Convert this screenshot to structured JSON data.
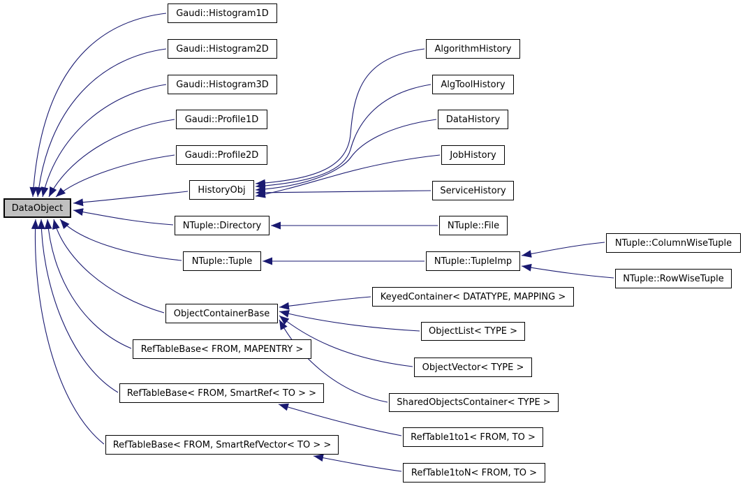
{
  "diagram": {
    "type": "class-inheritance-graph",
    "root_id": "dataobject",
    "background": "#ffffff",
    "edge_color": "#191970",
    "box_border_color": "#000000",
    "box_fill": "#ffffff",
    "root_fill": "#c0c0c0",
    "text_color": "#000000",
    "nodes": [
      {
        "id": "dataobject",
        "label": "DataObject"
      },
      {
        "id": "histogram1d",
        "label": "Gaudi::Histogram1D"
      },
      {
        "id": "histogram2d",
        "label": "Gaudi::Histogram2D"
      },
      {
        "id": "histogram3d",
        "label": "Gaudi::Histogram3D"
      },
      {
        "id": "profile1d",
        "label": "Gaudi::Profile1D"
      },
      {
        "id": "profile2d",
        "label": "Gaudi::Profile2D"
      },
      {
        "id": "historyobj",
        "label": "HistoryObj"
      },
      {
        "id": "ntuple_directory",
        "label": "NTuple::Directory"
      },
      {
        "id": "ntuple_tuple",
        "label": "NTuple::Tuple"
      },
      {
        "id": "objectcontainerbase",
        "label": "ObjectContainerBase"
      },
      {
        "id": "reftablebase_mapentry",
        "label": "RefTableBase< FROM, MAPENTRY >"
      },
      {
        "id": "reftablebase_smartref",
        "label": "RefTableBase< FROM, SmartRef< TO > >"
      },
      {
        "id": "reftablebase_smartrefvector",
        "label": "RefTableBase< FROM, SmartRefVector< TO > >"
      },
      {
        "id": "algorithmhistory",
        "label": "AlgorithmHistory"
      },
      {
        "id": "algtoolhistory",
        "label": "AlgToolHistory"
      },
      {
        "id": "datahistory",
        "label": "DataHistory"
      },
      {
        "id": "jobhistory",
        "label": "JobHistory"
      },
      {
        "id": "servicehistory",
        "label": "ServiceHistory"
      },
      {
        "id": "ntuple_file",
        "label": "NTuple::File"
      },
      {
        "id": "ntuple_tupleimp",
        "label": "NTuple::TupleImp"
      },
      {
        "id": "keyedcontainer",
        "label": "KeyedContainer< DATATYPE, MAPPING >"
      },
      {
        "id": "objectlist",
        "label": "ObjectList< TYPE >"
      },
      {
        "id": "objectvector",
        "label": "ObjectVector< TYPE >"
      },
      {
        "id": "sharedobjectscontainer",
        "label": "SharedObjectsContainer< TYPE >"
      },
      {
        "id": "reftable1to1",
        "label": "RefTable1to1< FROM, TO >"
      },
      {
        "id": "reftable1ton",
        "label": "RefTable1toN< FROM, TO >"
      },
      {
        "id": "ntuple_columnwisetuple",
        "label": "NTuple::ColumnWiseTuple"
      },
      {
        "id": "ntuple_rowwisetuple",
        "label": "NTuple::RowWiseTuple"
      }
    ],
    "edges": [
      {
        "from": "histogram1d",
        "to": "dataobject"
      },
      {
        "from": "histogram2d",
        "to": "dataobject"
      },
      {
        "from": "histogram3d",
        "to": "dataobject"
      },
      {
        "from": "profile1d",
        "to": "dataobject"
      },
      {
        "from": "profile2d",
        "to": "dataobject"
      },
      {
        "from": "historyobj",
        "to": "dataobject"
      },
      {
        "from": "ntuple_directory",
        "to": "dataobject"
      },
      {
        "from": "ntuple_tuple",
        "to": "dataobject"
      },
      {
        "from": "objectcontainerbase",
        "to": "dataobject"
      },
      {
        "from": "reftablebase_mapentry",
        "to": "dataobject"
      },
      {
        "from": "reftablebase_smartref",
        "to": "dataobject"
      },
      {
        "from": "reftablebase_smartrefvector",
        "to": "dataobject"
      },
      {
        "from": "algorithmhistory",
        "to": "historyobj"
      },
      {
        "from": "algtoolhistory",
        "to": "historyobj"
      },
      {
        "from": "datahistory",
        "to": "historyobj"
      },
      {
        "from": "servicehistory",
        "to": "historyobj"
      },
      {
        "from": "jobhistory",
        "to": "historyobj"
      },
      {
        "from": "ntuple_file",
        "to": "ntuple_directory"
      },
      {
        "from": "ntuple_tupleimp",
        "to": "ntuple_tuple"
      },
      {
        "from": "ntuple_columnwisetuple",
        "to": "ntuple_tupleimp"
      },
      {
        "from": "ntuple_rowwisetuple",
        "to": "ntuple_tupleimp"
      },
      {
        "from": "keyedcontainer",
        "to": "objectcontainerbase"
      },
      {
        "from": "objectlist",
        "to": "objectcontainerbase"
      },
      {
        "from": "objectvector",
        "to": "objectcontainerbase"
      },
      {
        "from": "sharedobjectscontainer",
        "to": "objectcontainerbase"
      },
      {
        "from": "reftable1to1",
        "to": "reftablebase_smartref"
      },
      {
        "from": "reftable1ton",
        "to": "reftablebase_smartrefvector"
      }
    ]
  }
}
